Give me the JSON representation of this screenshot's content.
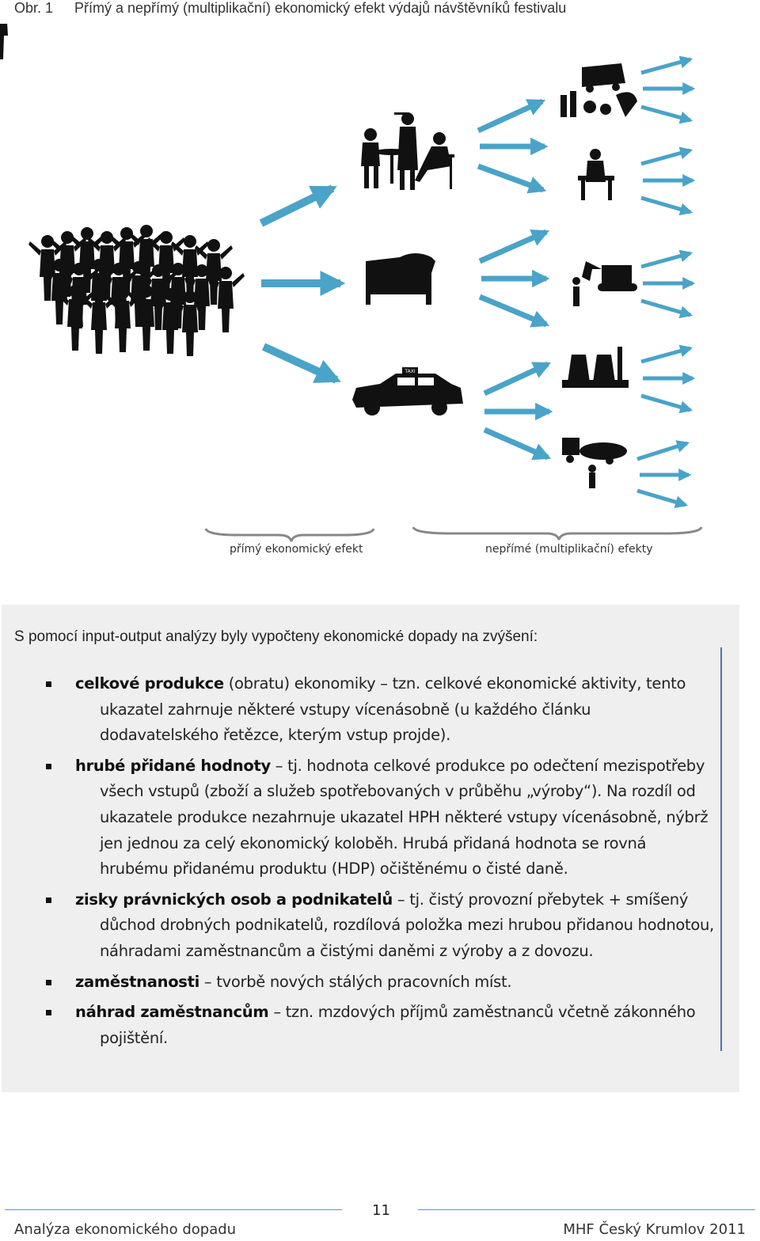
{
  "caption": {
    "number": "Obr. 1",
    "title": "Přímý a nepřímý (multiplikační) ekonomický efekt výdajů návštěvníků festivalu"
  },
  "figure": {
    "direct_label": "přímý ekonomický efekt",
    "indirect_label": "nepřímé (multiplikační) efekty",
    "taxi_sign": "TAXI",
    "arrow_color": "#4aa3c8"
  },
  "panel": {
    "intro": "S pomocí input-output analýzy byly vypočteny ekonomické dopady na zvýšení:",
    "items": [
      {
        "bold": "celkové produkce",
        "text": " (obratu) ekonomiky – tzn. celkové ekonomické aktivity, tento ukazatel zahrnuje některé vstupy vícenásobně (u každého článku dodavatelského řetězce, kterým vstup projde)."
      },
      {
        "bold": "hrubé přidané hodnoty",
        "text": " – tj. hodnota celkové produkce po odečtení mezispotřeby všech vstupů (zboží a služeb spotřebovaných v průběhu „výroby“). Na rozdíl od ukazatele produkce nezahrnuje ukazatel HPH některé vstupy vícenásobně, nýbrž jen jednou za celý ekonomický koloběh. Hrubá přidaná hodnota se rovná hrubému přidanému produktu (HDP) očištěnému o čisté daně."
      },
      {
        "bold": "zisky právnických osob a podnikatelů",
        "text": " – tj. čistý provozní přebytek + smíšený důchod drobných podnikatelů, rozdílová položka mezi hrubou přidanou hodnotou, náhradami zaměstnancům a čistými daněmi z výroby a z dovozu."
      },
      {
        "bold": "zaměstnanosti",
        "text": " – tvorbě nových stálých pracovních míst."
      },
      {
        "bold": "náhrad zaměstnancům",
        "text": " – tzn. mzdových příjmů zaměstnanců včetně zákonného pojištění."
      }
    ]
  },
  "footer": {
    "page_number": "11",
    "left": "Analýza ekonomického dopadu",
    "right": "MHF Český Krumlov 2011"
  }
}
